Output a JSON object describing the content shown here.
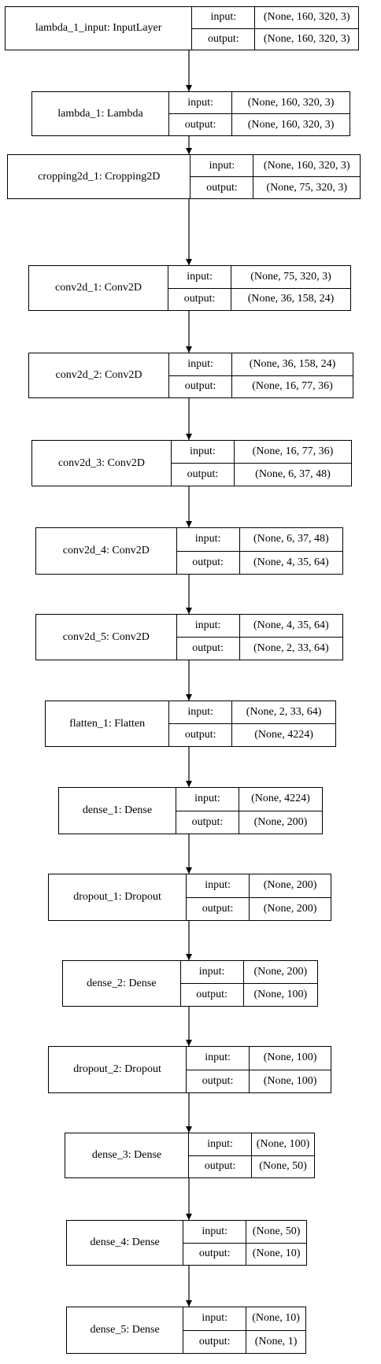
{
  "diagram": {
    "port_labels": {
      "input": "input:",
      "output": "output:"
    },
    "layers": [
      {
        "name": "lambda_1_input: InputLayer",
        "input": "(None, 160, 320, 3)",
        "output": "(None, 160, 320, 3)"
      },
      {
        "name": "lambda_1: Lambda",
        "input": "(None, 160, 320, 3)",
        "output": "(None, 160, 320, 3)"
      },
      {
        "name": "cropping2d_1: Cropping2D",
        "input": "(None, 160, 320, 3)",
        "output": "(None, 75, 320, 3)"
      },
      {
        "name": "conv2d_1: Conv2D",
        "input": "(None, 75, 320, 3)",
        "output": "(None, 36, 158, 24)"
      },
      {
        "name": "conv2d_2: Conv2D",
        "input": "(None, 36, 158, 24)",
        "output": "(None, 16, 77, 36)"
      },
      {
        "name": "conv2d_3: Conv2D",
        "input": "(None, 16, 77, 36)",
        "output": "(None, 6, 37, 48)"
      },
      {
        "name": "conv2d_4: Conv2D",
        "input": "(None, 6, 37, 48)",
        "output": "(None, 4, 35, 64)"
      },
      {
        "name": "conv2d_5: Conv2D",
        "input": "(None, 4, 35, 64)",
        "output": "(None, 2, 33, 64)"
      },
      {
        "name": "flatten_1: Flatten",
        "input": "(None, 2, 33, 64)",
        "output": "(None, 4224)"
      },
      {
        "name": "dense_1: Dense",
        "input": "(None, 4224)",
        "output": "(None, 200)"
      },
      {
        "name": "dropout_1: Dropout",
        "input": "(None, 200)",
        "output": "(None, 200)"
      },
      {
        "name": "dense_2: Dense",
        "input": "(None, 200)",
        "output": "(None, 100)"
      },
      {
        "name": "dropout_2: Dropout",
        "input": "(None, 100)",
        "output": "(None, 100)"
      },
      {
        "name": "dense_3: Dense",
        "input": "(None, 100)",
        "output": "(None, 50)"
      },
      {
        "name": "dense_4: Dense",
        "input": "(None, 50)",
        "output": "(None, 10)"
      },
      {
        "name": "dense_5: Dense",
        "input": "(None, 10)",
        "output": "(None, 1)"
      }
    ]
  }
}
